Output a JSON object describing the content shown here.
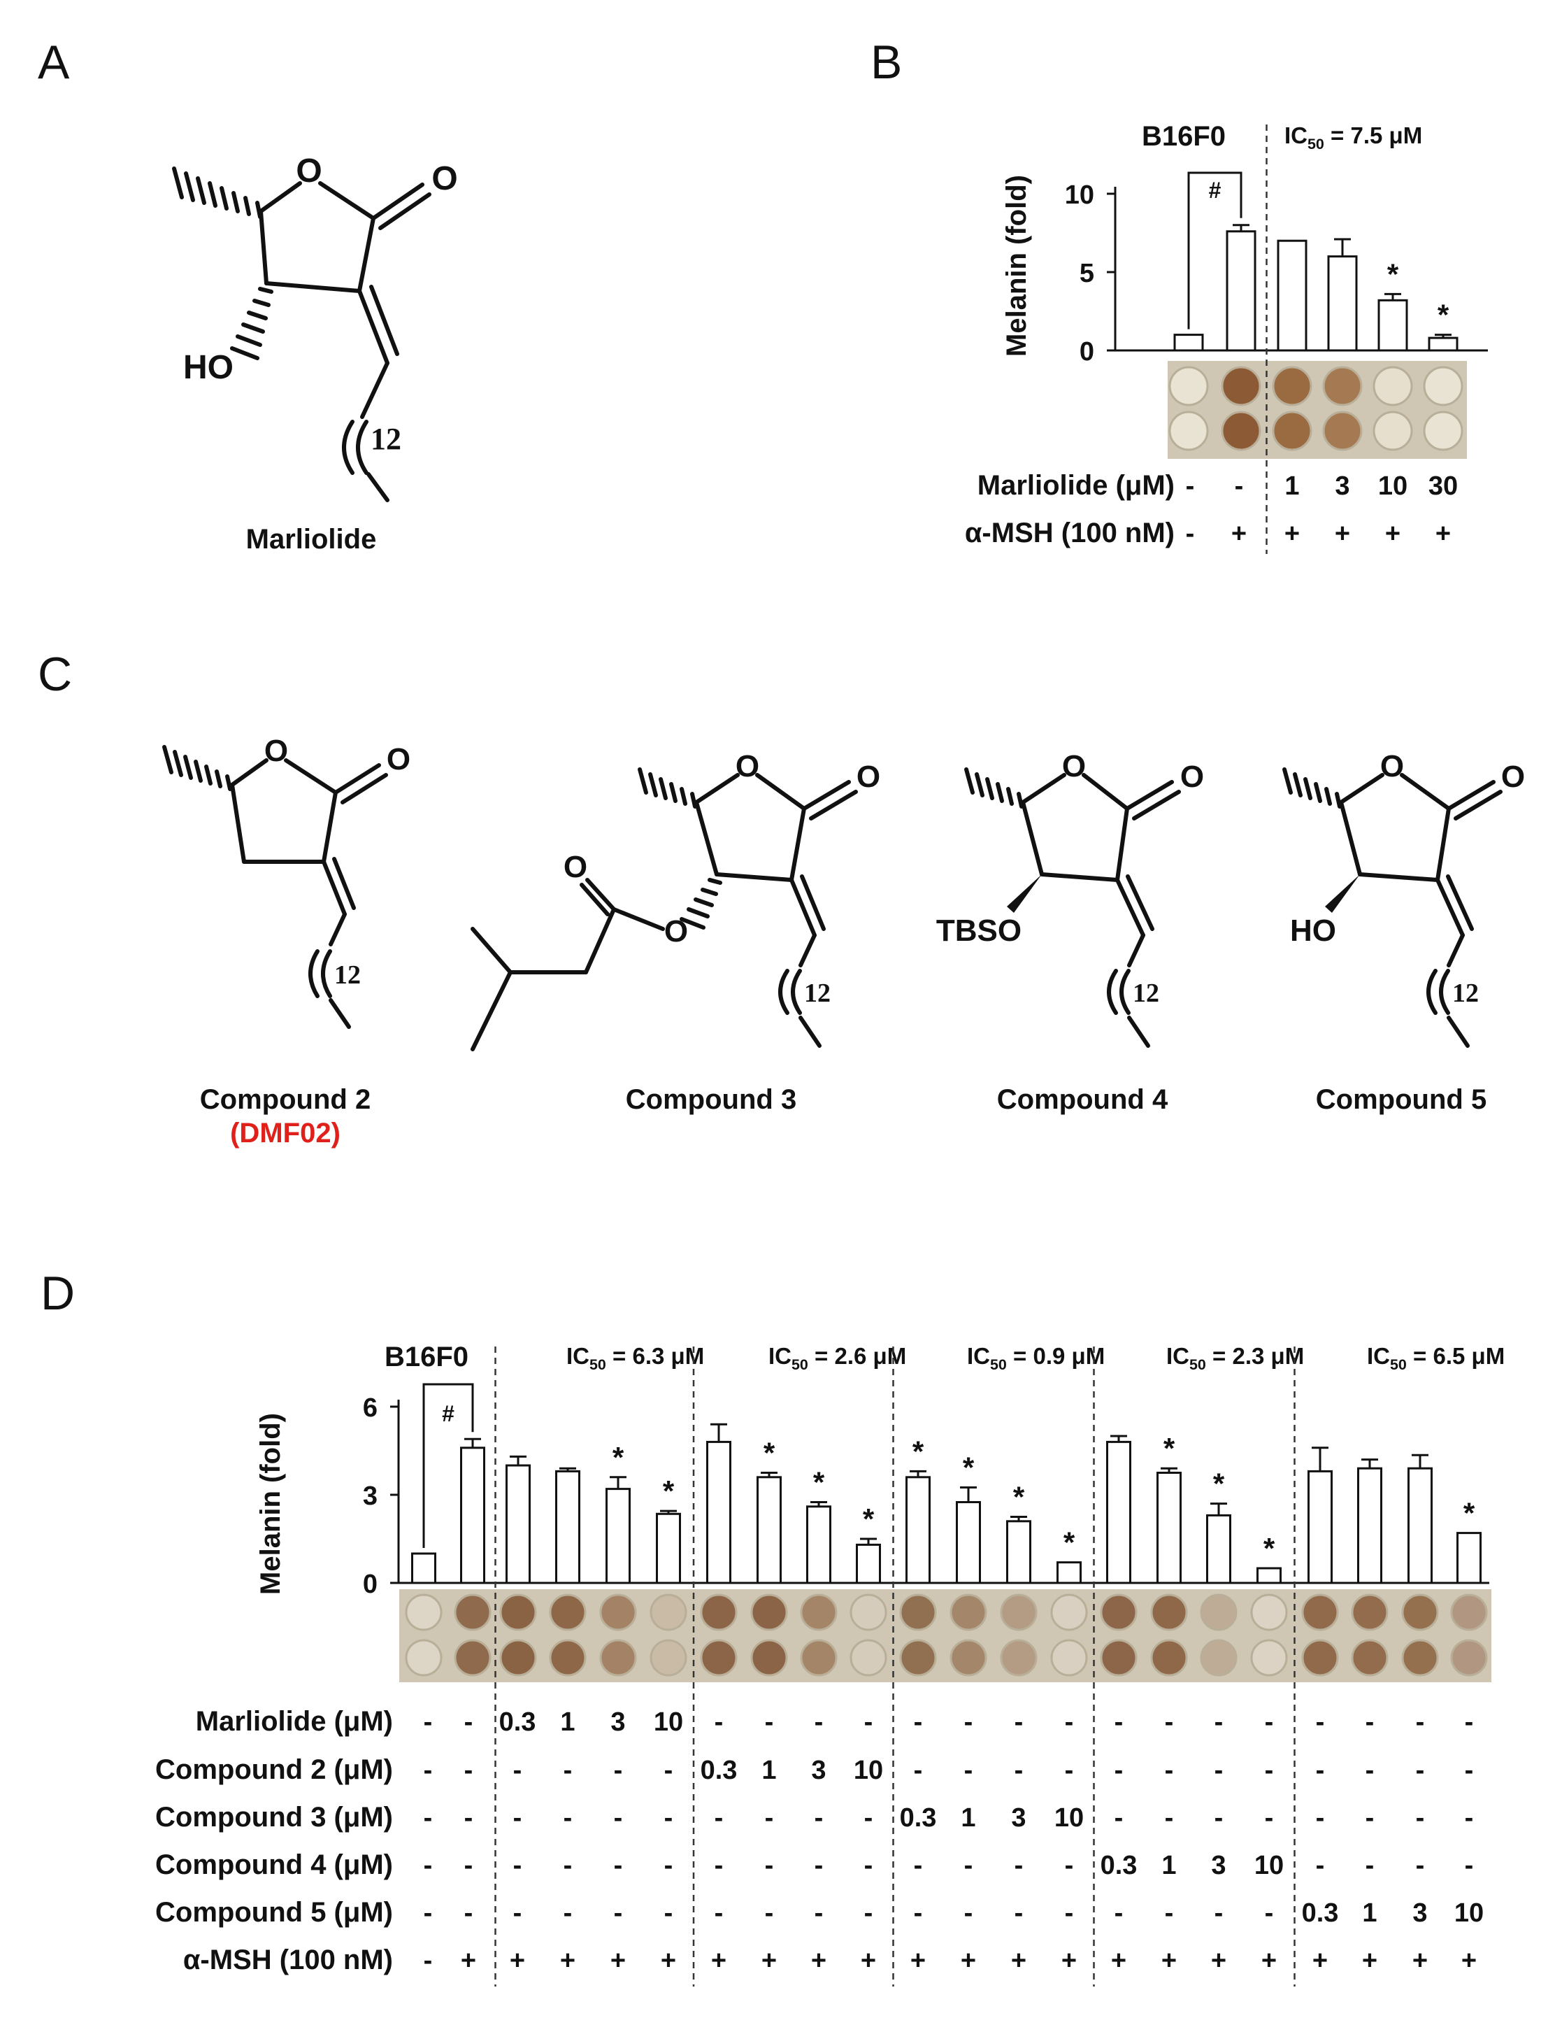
{
  "panels": {
    "A": {
      "label": "A",
      "compound": {
        "name": "Marliolide",
        "ring_o": "O",
        "carbonyl_o": "O",
        "hydroxyl": "HO",
        "chain": "12"
      }
    },
    "C": {
      "label": "C",
      "compounds": [
        {
          "name": "Compound 2",
          "sub": "(DMF02)",
          "substituent": "",
          "chain": "12"
        },
        {
          "name": "Compound 3",
          "sub": "",
          "substituent": "O",
          "ester_o": "O",
          "chain": "12"
        },
        {
          "name": "Compound 4",
          "sub": "",
          "substituent": "TBSO",
          "chain": "12"
        },
        {
          "name": "Compound 5",
          "sub": "",
          "substituent": "HO",
          "chain": "12"
        }
      ],
      "ring_o": "O",
      "carbonyl_o": "O",
      "highlight_color": "#e0201b"
    }
  },
  "chart_data": [
    {
      "panel": "B",
      "type": "bar",
      "cell_line": "B16F0",
      "ylabel": "Melanin (fold)",
      "ylim": [
        0,
        10
      ],
      "yticks": [
        0,
        5,
        10
      ],
      "ic50_labels": [
        {
          "pre": "IC",
          "sub": "50",
          "post": " = 7.5 μM"
        }
      ],
      "significance_bracket": "#",
      "bars": [
        {
          "value": 1.0,
          "err": 0.0,
          "star": false
        },
        {
          "value": 7.6,
          "err": 0.4,
          "star": false
        },
        {
          "value": 7.0,
          "err": 0.0,
          "star": false
        },
        {
          "value": 6.0,
          "err": 1.1,
          "star": false
        },
        {
          "value": 3.2,
          "err": 0.4,
          "star": true
        },
        {
          "value": 0.8,
          "err": 0.2,
          "star": true
        }
      ],
      "group_dividers_after": [
        2
      ],
      "treatment_rows": [
        {
          "label": "Marliolide (μM)",
          "cells": [
            "-",
            "-",
            "1",
            "3",
            "10",
            "30"
          ]
        },
        {
          "label": "α-MSH (100 nM)",
          "cells": [
            "-",
            "+",
            "+",
            "+",
            "+",
            "+"
          ]
        }
      ],
      "well_colors": [
        "#e9e3d4",
        "#8c5a34",
        "#9a6a40",
        "#a57a52",
        "#e6dfcd",
        "#e9e3d4"
      ]
    },
    {
      "panel": "D",
      "type": "bar",
      "cell_line": "B16F0",
      "ylabel": "Melanin (fold)",
      "ylim": [
        0,
        6
      ],
      "yticks": [
        0,
        3,
        6
      ],
      "ic50_labels": [
        {
          "pre": "IC",
          "sub": "50",
          "post": " = 6.3 μM"
        },
        {
          "pre": "IC",
          "sub": "50",
          "post": " = 2.6 μM"
        },
        {
          "pre": "IC",
          "sub": "50",
          "post": " = 0.9 μM"
        },
        {
          "pre": "IC",
          "sub": "50",
          "post": " = 2.3 μM"
        },
        {
          "pre": "IC",
          "sub": "50",
          "post": " = 6.5 μM"
        }
      ],
      "significance_bracket": "#",
      "bars": [
        {
          "value": 1.0,
          "err": 0.0,
          "star": false
        },
        {
          "value": 4.6,
          "err": 0.3,
          "star": false
        },
        {
          "value": 4.0,
          "err": 0.3,
          "star": false
        },
        {
          "value": 3.8,
          "err": 0.1,
          "star": false
        },
        {
          "value": 3.2,
          "err": 0.4,
          "star": true
        },
        {
          "value": 2.35,
          "err": 0.1,
          "star": true
        },
        {
          "value": 4.8,
          "err": 0.6,
          "star": false
        },
        {
          "value": 3.6,
          "err": 0.15,
          "star": true
        },
        {
          "value": 2.6,
          "err": 0.15,
          "star": true
        },
        {
          "value": 1.3,
          "err": 0.2,
          "star": true
        },
        {
          "value": 3.6,
          "err": 0.2,
          "star": true
        },
        {
          "value": 2.75,
          "err": 0.5,
          "star": true
        },
        {
          "value": 2.1,
          "err": 0.15,
          "star": true
        },
        {
          "value": 0.7,
          "err": 0.0,
          "star": true
        },
        {
          "value": 4.8,
          "err": 0.2,
          "star": false
        },
        {
          "value": 3.75,
          "err": 0.15,
          "star": true
        },
        {
          "value": 2.3,
          "err": 0.4,
          "star": true
        },
        {
          "value": 0.5,
          "err": 0.0,
          "star": true
        },
        {
          "value": 3.8,
          "err": 0.8,
          "star": false
        },
        {
          "value": 3.9,
          "err": 0.3,
          "star": false
        },
        {
          "value": 3.9,
          "err": 0.45,
          "star": false
        },
        {
          "value": 1.7,
          "err": 0.0,
          "star": true
        }
      ],
      "group_dividers_after": [
        2,
        6,
        10,
        14,
        18
      ],
      "treatment_rows": [
        {
          "label": "Marliolide (μM)",
          "cells": [
            "-",
            "-",
            "0.3",
            "1",
            "3",
            "10",
            "-",
            "-",
            "-",
            "-",
            "-",
            "-",
            "-",
            "-",
            "-",
            "-",
            "-",
            "-",
            "-",
            "-",
            "-",
            "-"
          ]
        },
        {
          "label": "Compound 2 (μM)",
          "cells": [
            "-",
            "-",
            "-",
            "-",
            "-",
            "-",
            "0.3",
            "1",
            "3",
            "10",
            "-",
            "-",
            "-",
            "-",
            "-",
            "-",
            "-",
            "-",
            "-",
            "-",
            "-",
            "-"
          ]
        },
        {
          "label": "Compound 3 (μM)",
          "cells": [
            "-",
            "-",
            "-",
            "-",
            "-",
            "-",
            "-",
            "-",
            "-",
            "-",
            "0.3",
            "1",
            "3",
            "10",
            "-",
            "-",
            "-",
            "-",
            "-",
            "-",
            "-",
            "-"
          ]
        },
        {
          "label": "Compound 4 (μM)",
          "cells": [
            "-",
            "-",
            "-",
            "-",
            "-",
            "-",
            "-",
            "-",
            "-",
            "-",
            "-",
            "-",
            "-",
            "-",
            "0.3",
            "1",
            "3",
            "10",
            "-",
            "-",
            "-",
            "-"
          ]
        },
        {
          "label": "Compound 5 (μM)",
          "cells": [
            "-",
            "-",
            "-",
            "-",
            "-",
            "-",
            "-",
            "-",
            "-",
            "-",
            "-",
            "-",
            "-",
            "-",
            "-",
            "-",
            "-",
            "-",
            "0.3",
            "1",
            "3",
            "10"
          ]
        },
        {
          "label": "α-MSH (100 nM)",
          "cells": [
            "-",
            "+",
            "+",
            "+",
            "+",
            "+",
            "+",
            "+",
            "+",
            "+",
            "+",
            "+",
            "+",
            "+",
            "+",
            "+",
            "+",
            "+",
            "+",
            "+",
            "+",
            "+"
          ]
        }
      ],
      "well_colors": [
        "#ddd6c6",
        "#8f6a4c",
        "#8a6244",
        "#8e6749",
        "#a48266",
        "#c9bba6",
        "#8c6447",
        "#8b6346",
        "#a58567",
        "#d6ccbb",
        "#907050",
        "#a4876b",
        "#b49b84",
        "#d9d0c1",
        "#8d6548",
        "#8f684a",
        "#bfac96",
        "#dcd3c4",
        "#916a4b",
        "#936c4d",
        "#94704f",
        "#b19781"
      ]
    }
  ]
}
